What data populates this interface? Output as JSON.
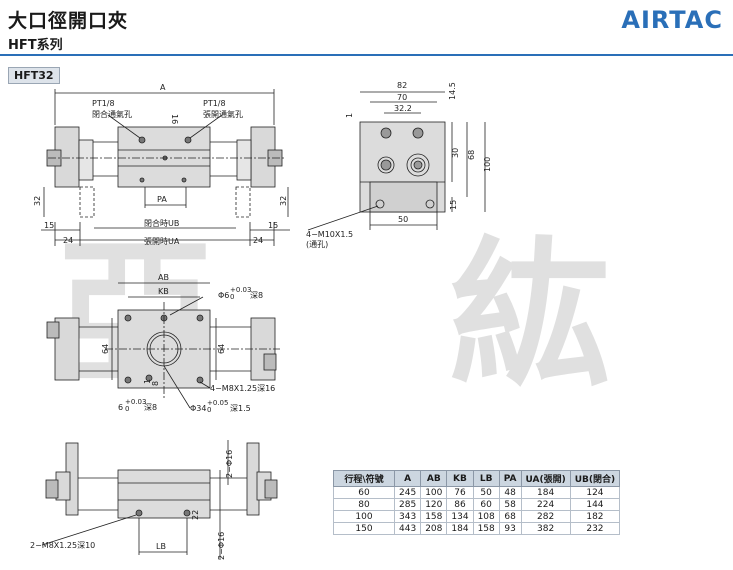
{
  "header": {
    "title": "大口徑開口夾",
    "subtitle": "HFT系列",
    "logo": "AIRTAC",
    "model": "HFT32"
  },
  "watermark": [
    "亞",
    "紘"
  ],
  "top_view": {
    "dim_A": "A",
    "pt_left": "PT1/8",
    "pt_left_desc": "閉合通氣孔",
    "pt_right": "PT1/8",
    "pt_right_desc": "張開通氣孔",
    "dim_16": "16",
    "dim_PA": "PA",
    "dim_32_left": "32",
    "dim_32_right": "32",
    "dim_15_left": "15",
    "dim_15_right": "15",
    "dim_24_left": "24",
    "dim_24_right": "24",
    "dim_UB": "閉合時UB",
    "dim_UA": "張開時UA"
  },
  "side_view": {
    "dim_82": "82",
    "dim_70": "70",
    "dim_32_2": "32.2",
    "dim_14_5": "14.5",
    "dim_1": "1",
    "dim_30": "30",
    "dim_68": "68",
    "dim_100": "100",
    "dim_15": "15",
    "dim_50": "50",
    "thread_note": "4−M10X1.5",
    "thread_note2": "(通孔)"
  },
  "bottom_view": {
    "dim_AB": "AB",
    "dim_KB": "KB",
    "dowel_top": "Φ6",
    "dowel_top_tol": "+0.03",
    "dowel_top_tol0": "0",
    "dowel_top_depth": "深8",
    "dim_64_left": "64",
    "dim_64_right": "64",
    "dim_1": "1",
    "dim_8": "8",
    "thread": "4−M8X1.25深16",
    "dowel_bottom": "6",
    "dowel_bottom_tol": "+0.03",
    "dowel_bottom_tol0": "0",
    "dowel_bottom_depth": "深8",
    "bore": "Φ34",
    "bore_tol": "+0.05",
    "bore_tol0": "0",
    "bore_depth": "深1.5"
  },
  "front_view": {
    "dim_2_phi16": "2−Φ16",
    "dim_2_phi16_b": "2−Φ16",
    "dim_LB": "LB",
    "dim_22": "22",
    "thread": "2−M8X1.25深10"
  },
  "spec_table": {
    "headers": [
      "行程\\符號",
      "A",
      "AB",
      "KB",
      "LB",
      "PA",
      "UA(張開)",
      "UB(閉合)"
    ],
    "rows": [
      [
        "60",
        "245",
        "100",
        "76",
        "50",
        "48",
        "184",
        "124"
      ],
      [
        "80",
        "285",
        "120",
        "86",
        "60",
        "58",
        "224",
        "144"
      ],
      [
        "100",
        "343",
        "158",
        "134",
        "108",
        "68",
        "282",
        "182"
      ],
      [
        "150",
        "443",
        "208",
        "184",
        "158",
        "93",
        "382",
        "232"
      ]
    ]
  }
}
